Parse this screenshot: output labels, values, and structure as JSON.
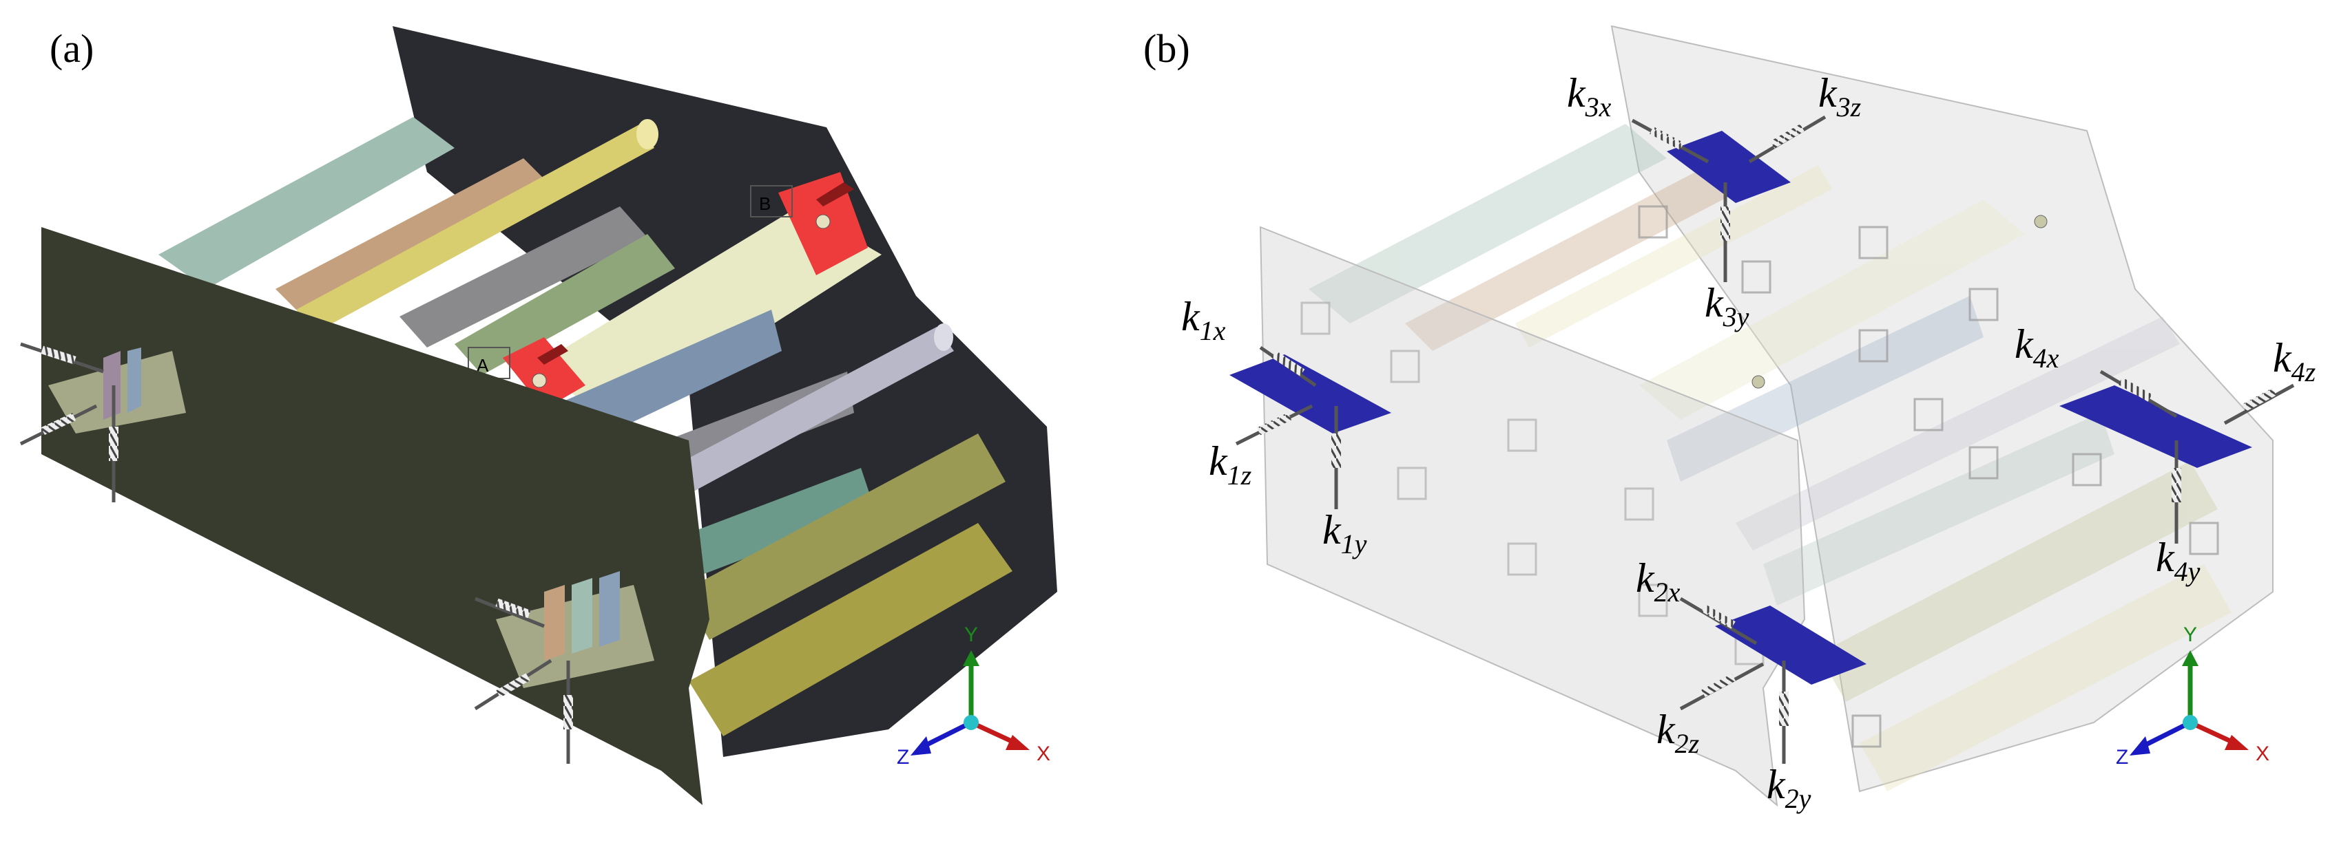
{
  "panels": [
    {
      "label": "(a)",
      "points": [
        "A",
        "B"
      ],
      "axes": {
        "y": "Y",
        "x": "X",
        "z": "Z"
      }
    },
    {
      "label": "(b)",
      "springs": [
        {
          "k": "k",
          "sub": "1x"
        },
        {
          "k": "k",
          "sub": "1z"
        },
        {
          "k": "k",
          "sub": "1y"
        },
        {
          "k": "k",
          "sub": "2x"
        },
        {
          "k": "k",
          "sub": "2z"
        },
        {
          "k": "k",
          "sub": "2y"
        },
        {
          "k": "k",
          "sub": "3x"
        },
        {
          "k": "k",
          "sub": "3z"
        },
        {
          "k": "k",
          "sub": "3y"
        },
        {
          "k": "k",
          "sub": "4x"
        },
        {
          "k": "k",
          "sub": "4z"
        },
        {
          "k": "k",
          "sub": "4y"
        }
      ],
      "axes": {
        "y": "Y",
        "x": "X",
        "z": "Z"
      }
    }
  ],
  "colors": {
    "side_plate": "#383c2e",
    "back_plate": "#2a2b30",
    "beam_mint": "#9fbdb0",
    "beam_tan": "#c4a07e",
    "beam_gold_rod": "#d8cd6f",
    "beam_grey": "#8a8a8c",
    "beam_green": "#8fa67a",
    "beam_cream": "#e8eac6",
    "beam_blue": "#7d93ad",
    "rod_silver": "#b8b8c8",
    "beam_teal": "#6b9a8a",
    "beam_olive": "#9a9a55",
    "beam_mustard": "#a7a046",
    "red_pad": "#ee3b3b",
    "support_pad": "#2a2aa8",
    "axis_y": "#1a8a1a",
    "axis_x": "#c41a1a",
    "axis_z": "#1a1ac4",
    "axis_origin": "#28c0c8"
  }
}
